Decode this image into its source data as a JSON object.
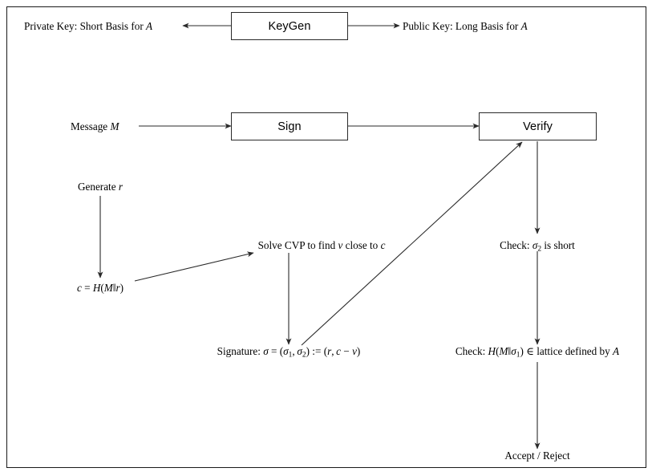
{
  "diagram": {
    "title": "Lattice-based signature scheme flow",
    "colors": {
      "line": "#2a2a2a",
      "text": "#000000",
      "background": "#ffffff",
      "border": "#1a1a1a"
    },
    "boxes": [
      {
        "id": "keygen",
        "label": "KeyGen"
      },
      {
        "id": "sign",
        "label": "Sign"
      },
      {
        "id": "verify",
        "label": "Verify"
      }
    ],
    "labels": {
      "private_key": "Private Key: Short Basis for A",
      "public_key": "Public Key: Long Basis for A",
      "message": "Message M",
      "generate_r": "Generate r",
      "hash_c": "c = H(M‖r)",
      "solve_cvp": "Solve CVP to find v close to c",
      "signature": "Signature: σ = (σ₁, σ₂) := (r, c − v)",
      "check_sigma2": "Check: σ₂ is short",
      "check_lattice": "Check: H(M‖σ₁) ∈ lattice defined by A",
      "accept_reject": "Accept / Reject"
    },
    "edges": [
      {
        "id": "keygen-to-private-key",
        "from": "keygen",
        "to": "private_key",
        "direction": "left"
      },
      {
        "id": "keygen-to-public-key",
        "from": "keygen",
        "to": "public_key",
        "direction": "right"
      },
      {
        "id": "message-to-sign",
        "from": "message",
        "to": "sign",
        "direction": "right"
      },
      {
        "id": "sign-to-verify",
        "from": "sign",
        "to": "verify",
        "direction": "right"
      },
      {
        "id": "generate-r-to-hash-c",
        "from": "generate_r",
        "to": "hash_c",
        "direction": "down"
      },
      {
        "id": "hash-c-to-solve-cvp",
        "from": "hash_c",
        "to": "solve_cvp",
        "direction": "up-right"
      },
      {
        "id": "solve-cvp-to-signature",
        "from": "solve_cvp",
        "to": "signature",
        "direction": "down"
      },
      {
        "id": "signature-to-verify",
        "from": "signature",
        "to": "verify",
        "direction": "up-right"
      },
      {
        "id": "verify-to-check-sigma2",
        "from": "verify",
        "to": "check_sigma2",
        "direction": "down"
      },
      {
        "id": "check-sigma2-to-check-lattice",
        "from": "check_sigma2",
        "to": "check_lattice",
        "direction": "down"
      },
      {
        "id": "check-lattice-to-accept-reject",
        "from": "check_lattice",
        "to": "accept_reject",
        "direction": "down"
      }
    ]
  }
}
